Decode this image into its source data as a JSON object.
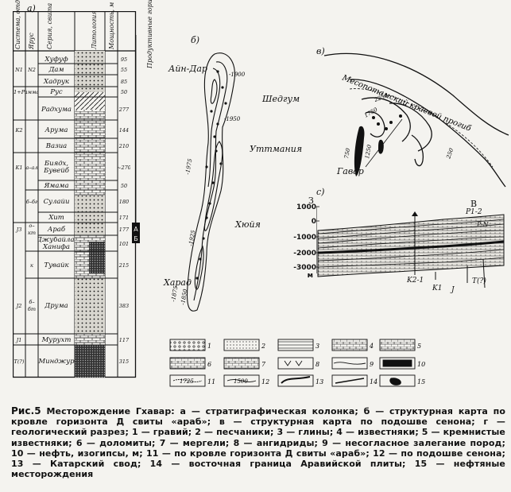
{
  "panels": {
    "a": "а)",
    "b": "б)",
    "v": "в)",
    "c": "с)"
  },
  "strat_column": {
    "headers": [
      "Система, отдел",
      "Ярус",
      "Серия, свита",
      "Литология",
      "Мощность, м"
    ],
    "side_label": "Продуктивные горизонты",
    "rows": [
      {
        "system": "",
        "stage": "",
        "formation": "Хуфуф",
        "thickness": "95"
      },
      {
        "system": "N1",
        "stage": "N2",
        "formation": "Дам",
        "thickness": "55"
      },
      {
        "system": "",
        "stage": "",
        "formation": "Хадрук",
        "thickness": "85"
      },
      {
        "system": "P1+P2",
        "stage": "Даммам",
        "formation": "Рус",
        "thickness": "50"
      },
      {
        "system": "",
        "stage": "",
        "formation": "Радхума",
        "thickness": "277"
      },
      {
        "system": "K2",
        "stage": "",
        "formation": "Арума",
        "thickness": "144"
      },
      {
        "system": "",
        "stage": "",
        "formation": "Вазиа",
        "thickness": "210"
      },
      {
        "system": "K1",
        "stage": "а–ал",
        "formation": "Биядх, Бувейб",
        "thickness": "~270"
      },
      {
        "system": "",
        "stage": "",
        "formation": "Ямама",
        "thickness": "50"
      },
      {
        "system": "",
        "stage": "б–бг",
        "formation": "Сулайи",
        "thickness": "180"
      },
      {
        "system": "",
        "stage": "",
        "formation": "Хит",
        "thickness": "171"
      },
      {
        "system": "J3",
        "stage": "о–кт",
        "formation": "Араб",
        "thickness": "177"
      },
      {
        "system": "",
        "stage": "",
        "formation": "Джубайла, Ханифа",
        "thickness": "101"
      },
      {
        "system": "",
        "stage": "к",
        "formation": "Тувайк",
        "thickness": "215"
      },
      {
        "system": "J2",
        "stage": "б–бт",
        "formation": "Друма",
        "thickness": "383"
      },
      {
        "system": "J1",
        "stage": "",
        "formation": "Мурухт",
        "thickness": "117"
      },
      {
        "system": "T(?)",
        "stage": "",
        "formation": "Минджур",
        "thickness": "315"
      }
    ],
    "productive_horizons": [
      "А",
      "Б"
    ]
  },
  "map_b": {
    "places": [
      "Айн-Дар",
      "Шедгум",
      "Уттмания",
      "Хюйя",
      "Харад"
    ],
    "contours": [
      "-1900",
      "-1950",
      "-1975",
      "-1925",
      "-1875",
      "-1850"
    ]
  },
  "map_v": {
    "trough_label": "Месопотамский краевой прогиб",
    "place": "Гавар",
    "contours": [
      "2250",
      "1750",
      "750",
      "1250",
      "250"
    ]
  },
  "section": {
    "ends": [
      "З",
      "В"
    ],
    "depth_labels": [
      "1000",
      "0",
      "-1000",
      "-2000",
      "-3000",
      "м"
    ],
    "layer_labels": [
      "P1-2",
      "K2-1",
      "K1",
      "J",
      "T(?)",
      "P-N"
    ]
  },
  "legend": {
    "items": [
      "1",
      "2",
      "3",
      "4",
      "5",
      "6",
      "7",
      "8",
      "9",
      "10",
      "11",
      "12",
      "13",
      "14",
      "15"
    ],
    "contour_samples": [
      "1725",
      "1500"
    ]
  },
  "caption": {
    "figure": "Рис.5",
    "text": "Месторождение Гхавар: а — стратиграфическая колонка; б — структурная карта по кровле горизонта Д свиты «араб»; в — структурная карта по подошве сенона; г — геологический разрез; 1 — гравий; 2 — песчаники; 3 — глины; 4 — известняки; 5 — кремнистые известняки; 6 — доломиты; 7 — мергели; 8 — ангидриды; 9 — несогласное залегание пород; 10 — нефть, изогипсы, м; 11 — по кровле горизонта Д свиты «араб»; 12 — по подошве сенона; 13 — Катарский свод; 14 — восточная граница Аравийской плиты; 15 — нефтяные месторождения"
  }
}
